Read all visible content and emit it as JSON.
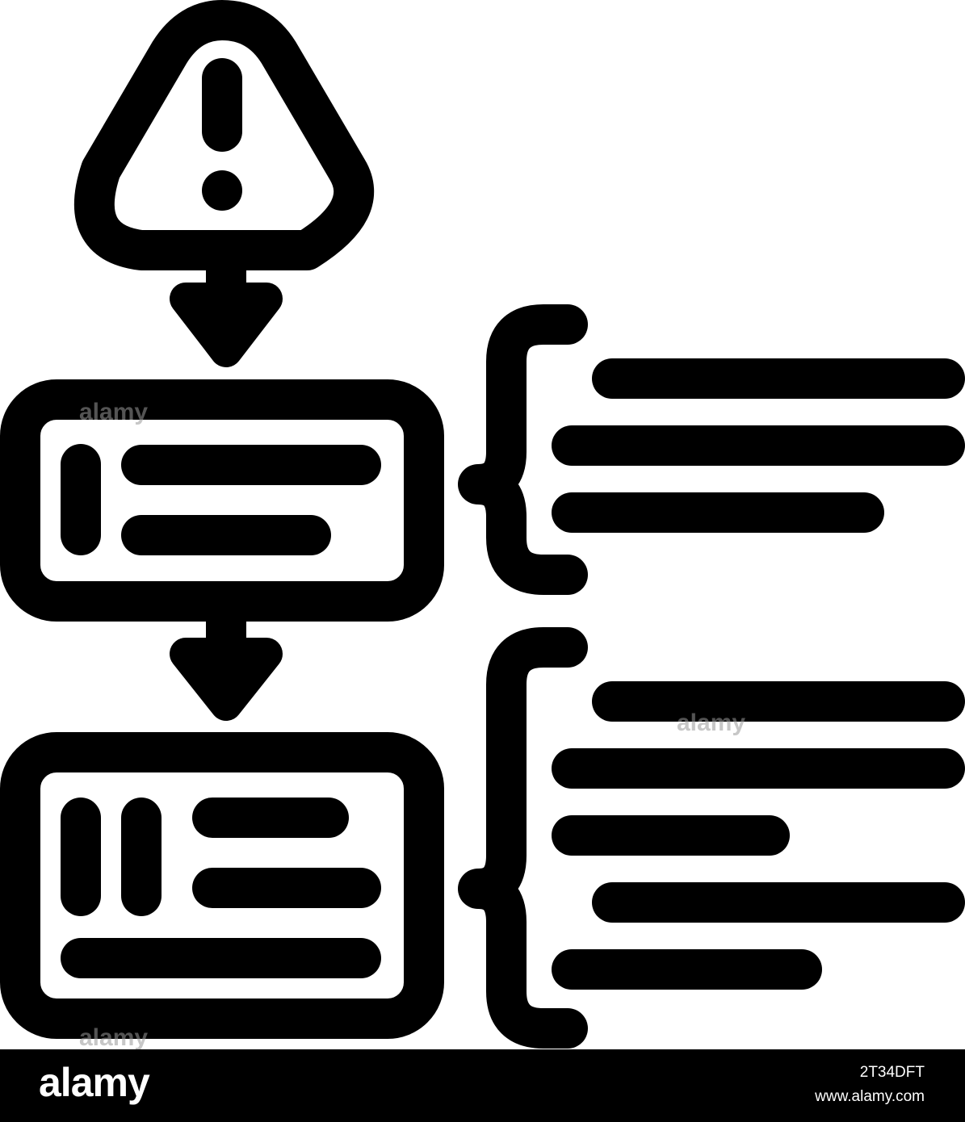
{
  "footer": {
    "brand": "alamy",
    "image_id": "2T34DFT",
    "site": "www.alamy.com",
    "background_color": "#000000",
    "text_color": "#ffffff"
  },
  "watermark": {
    "text": "alamy",
    "color": "#9a9a9a"
  },
  "icon": {
    "stroke_color": "#000000",
    "background_color": "#ffffff",
    "elements": [
      "warning-triangle-icon",
      "down-arrow-icon",
      "flow-box",
      "curly-brace",
      "text-line"
    ]
  }
}
